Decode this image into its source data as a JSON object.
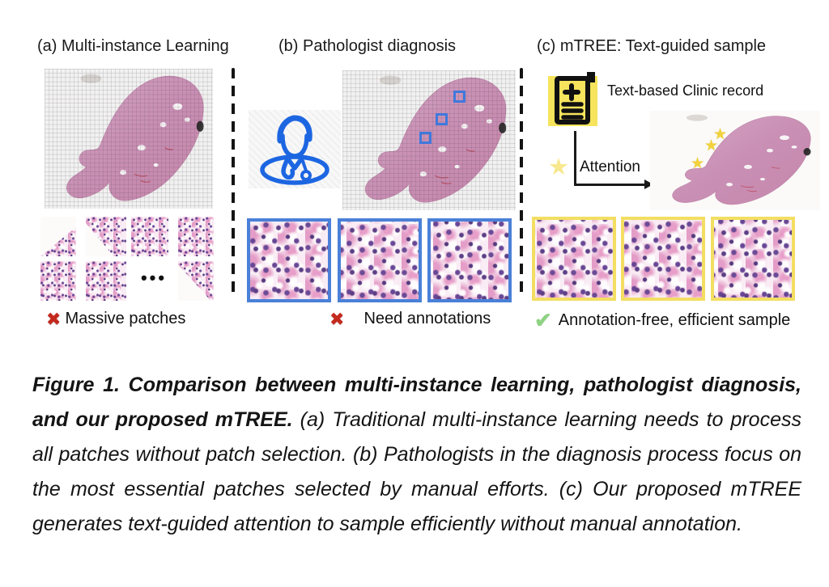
{
  "panels": {
    "a": {
      "title": "(a) Multi-instance Learning",
      "label": "Massive patches",
      "ellipsis": "•••"
    },
    "b": {
      "title": "(b) Pathologist diagnosis",
      "label": "Need annotations"
    },
    "c": {
      "title": "(c) mTREE: Text-guided sample",
      "record_label": "Text-based Clinic record",
      "attention_label": "Attention",
      "label": "Annotation-free, efficient sample"
    }
  },
  "caption": {
    "bold": "Figure 1.  Comparison between multi-instance learning, pathologist diagnosis, and our proposed mTREE.",
    "rest": " (a) Traditional multi-instance learning needs to process all patches without patch selection. (b) Pathologists in the diagnosis process focus on the most essential patches selected by manual efforts. (c) Our proposed mTREE generates text-guided attention to sample efficiently without manual annotation."
  },
  "icons": {
    "cross": "✖",
    "check": "✔",
    "star": "★"
  },
  "colors": {
    "annotation_blue": "#3f78dc",
    "highlight_yellow": "#f6e45c",
    "cross_red": "#c4291d",
    "check_green": "#8fd284",
    "tissue_pink": "#c98fb4"
  }
}
